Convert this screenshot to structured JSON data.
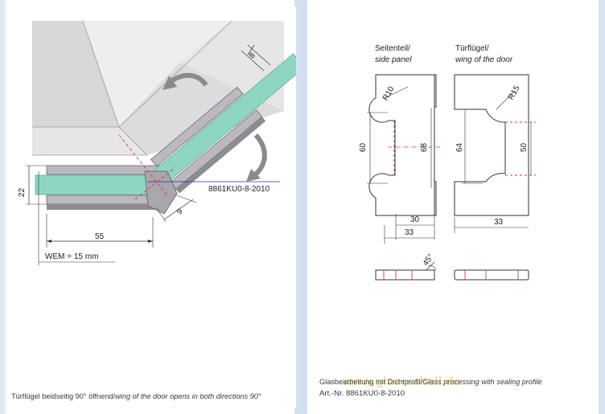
{
  "left_panel": {
    "dimensions": {
      "thickness_top": "8",
      "height_left": "22",
      "width_bottom": "55",
      "gap_corner": "9",
      "wem": "WEM  = 15 mm"
    },
    "article_label": "8861KU0-8-2010",
    "caption_main": "Türflügel beidseitig 90° öffnend/",
    "caption_italic": "wing of the door opens in both directions 90°"
  },
  "right_panel": {
    "side_panel": {
      "title_de": "Seitenteil/",
      "title_en": "side panel",
      "radius": "R10",
      "dim_60": "60",
      "dim_68": "68",
      "dim_30": "30",
      "dim_33": "33"
    },
    "door_wing": {
      "title_de": "Türflügel/",
      "title_en": "wing of the door",
      "radius": "R15",
      "dim_64": "64",
      "dim_50": "50",
      "dim_33": "33"
    },
    "angle": "45°",
    "caption_line1_main": "Glasbearbeitung mit Dichtprofil/",
    "caption_line1_italic": "Glass processing with sealing profile",
    "caption_line2": "Art.-Nr. 8861KU0-8-2010",
    "watermark": "www.glas-schell.de"
  },
  "colors": {
    "frame": "#c7d9ec",
    "glass": "#8fd6c2",
    "metal": "#b9b6bd",
    "red_line": "#d23b3b",
    "arrow": "#8a8a8a"
  }
}
